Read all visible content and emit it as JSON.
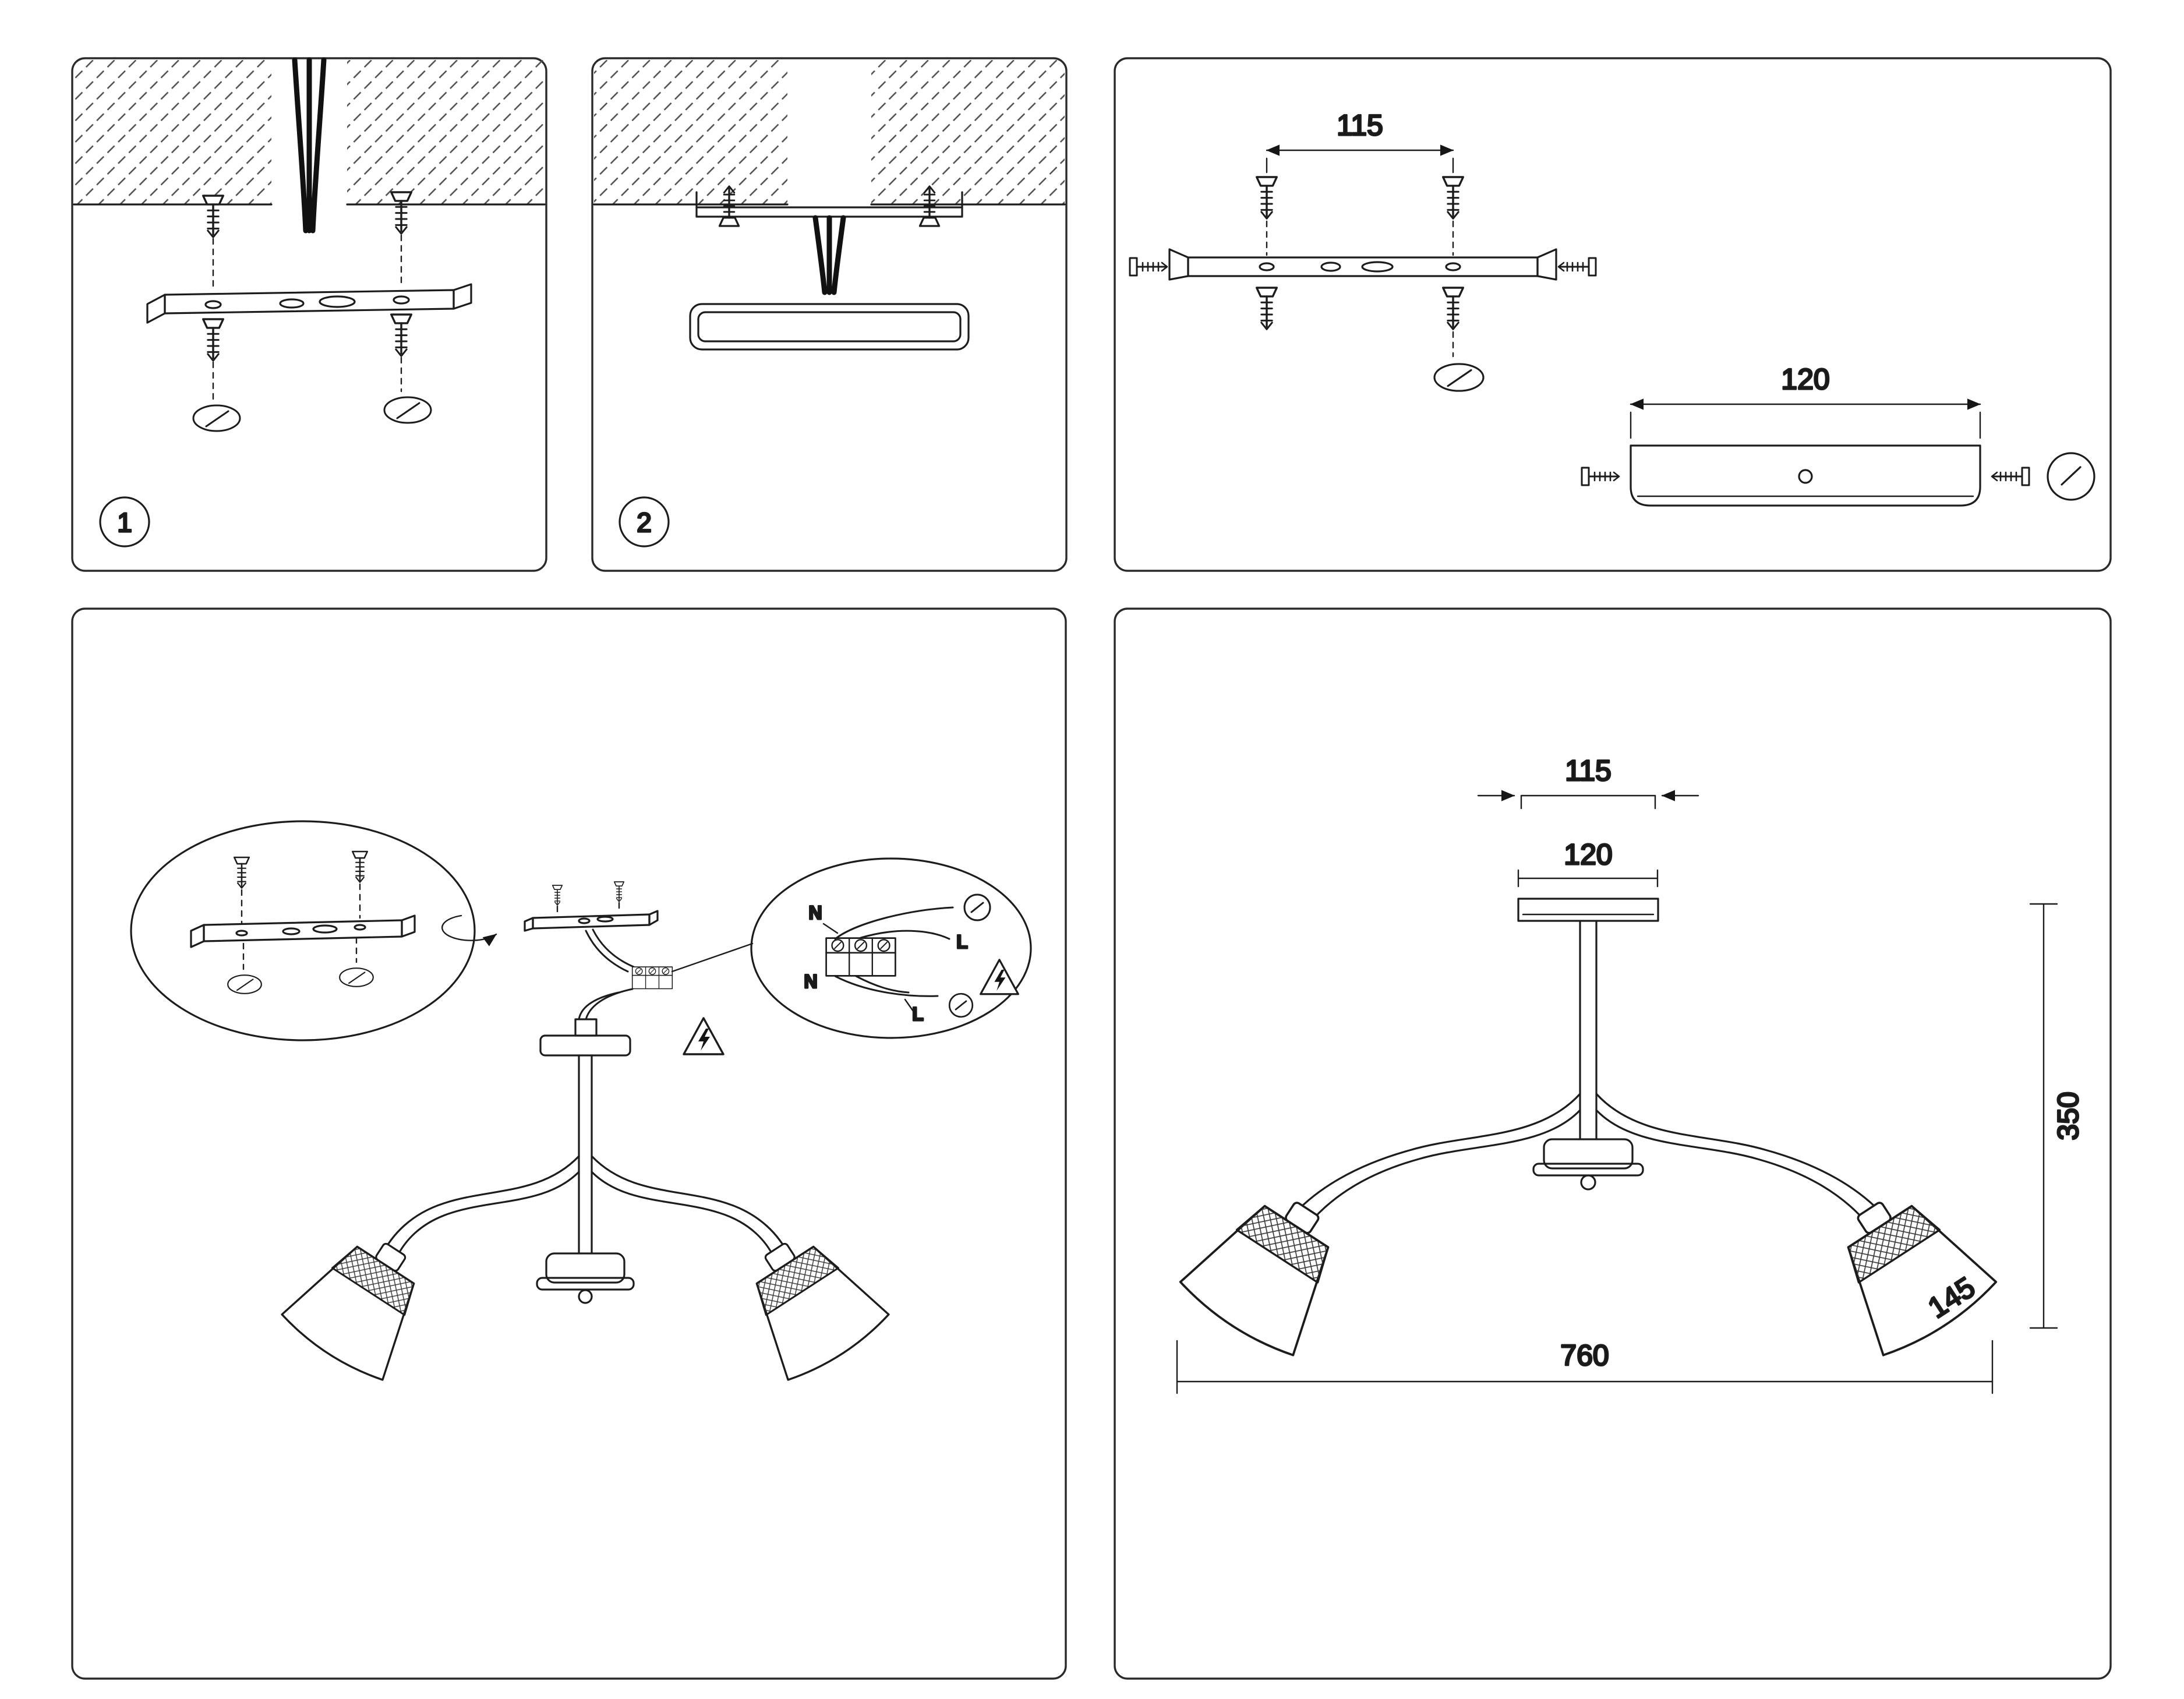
{
  "steps": {
    "step1": "1",
    "step2": "2"
  },
  "dimensions": {
    "bracket_span": "115",
    "canopy_width": "120",
    "fixture": {
      "bracket_span": "115",
      "canopy_width": "120",
      "height": "350",
      "shade": "145",
      "total_width": "760"
    }
  },
  "wiring": {
    "n_top": "N",
    "l_top": "L",
    "n_bottom": "N",
    "l_bottom": "L"
  },
  "colors": {
    "line": "#1c1c1c",
    "background": "#ffffff"
  }
}
